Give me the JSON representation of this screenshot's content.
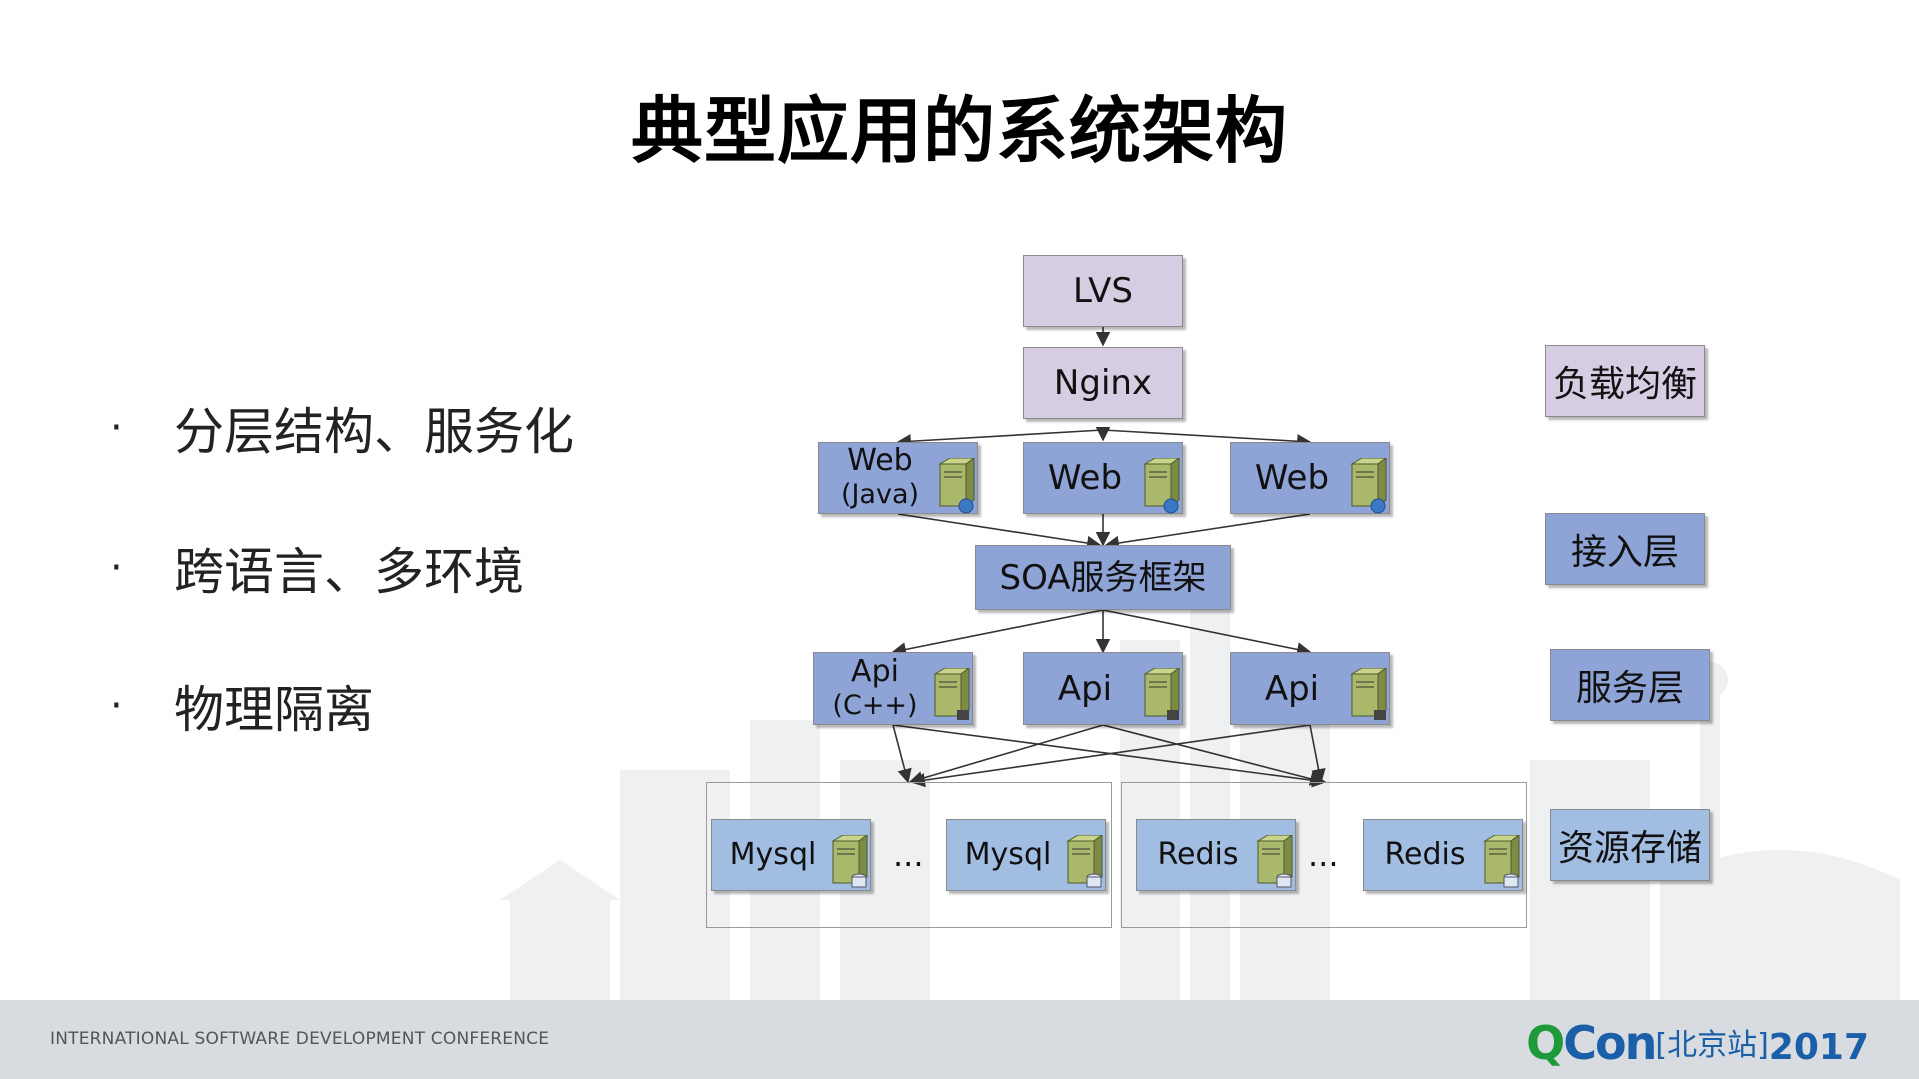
{
  "title": "典型应用的系统架构",
  "bullets": [
    {
      "marker": "·",
      "text": "分层结构、服务化"
    },
    {
      "marker": "·",
      "text": "跨语言、多环境"
    },
    {
      "marker": "·",
      "text": "物理隔离"
    }
  ],
  "diagram": {
    "lvs": "LVS",
    "nginx": "Nginx",
    "web_java_line1": "Web",
    "web_java_line2": "(Java)",
    "web2": "Web",
    "web3": "Web",
    "soa": "SOA服务框架",
    "api_cpp_line1": "Api",
    "api_cpp_line2": "(C++)",
    "api2": "Api",
    "api3": "Api",
    "mysql1": "Mysql",
    "mysql2": "Mysql",
    "redis1": "Redis",
    "redis2": "Redis",
    "ellipsis_mysql": "...",
    "ellipsis_redis": "...",
    "layers": {
      "load_balance": "负载均衡",
      "access": "接入层",
      "service": "服务层",
      "storage": "资源存储"
    }
  },
  "footer": {
    "conference": "INTERNATIONAL SOFTWARE DEVELOPMENT CONFERENCE",
    "logo_q": "Q",
    "logo_con": "Con",
    "logo_city": "[北京站]",
    "logo_year": "2017"
  },
  "colors": {
    "lavender_box": "#d6cde3",
    "blue_box": "#8ea3d6",
    "light_blue_box": "#a2bde2",
    "logo_green": "#1f9a3a",
    "logo_blue": "#1a5fa8"
  }
}
